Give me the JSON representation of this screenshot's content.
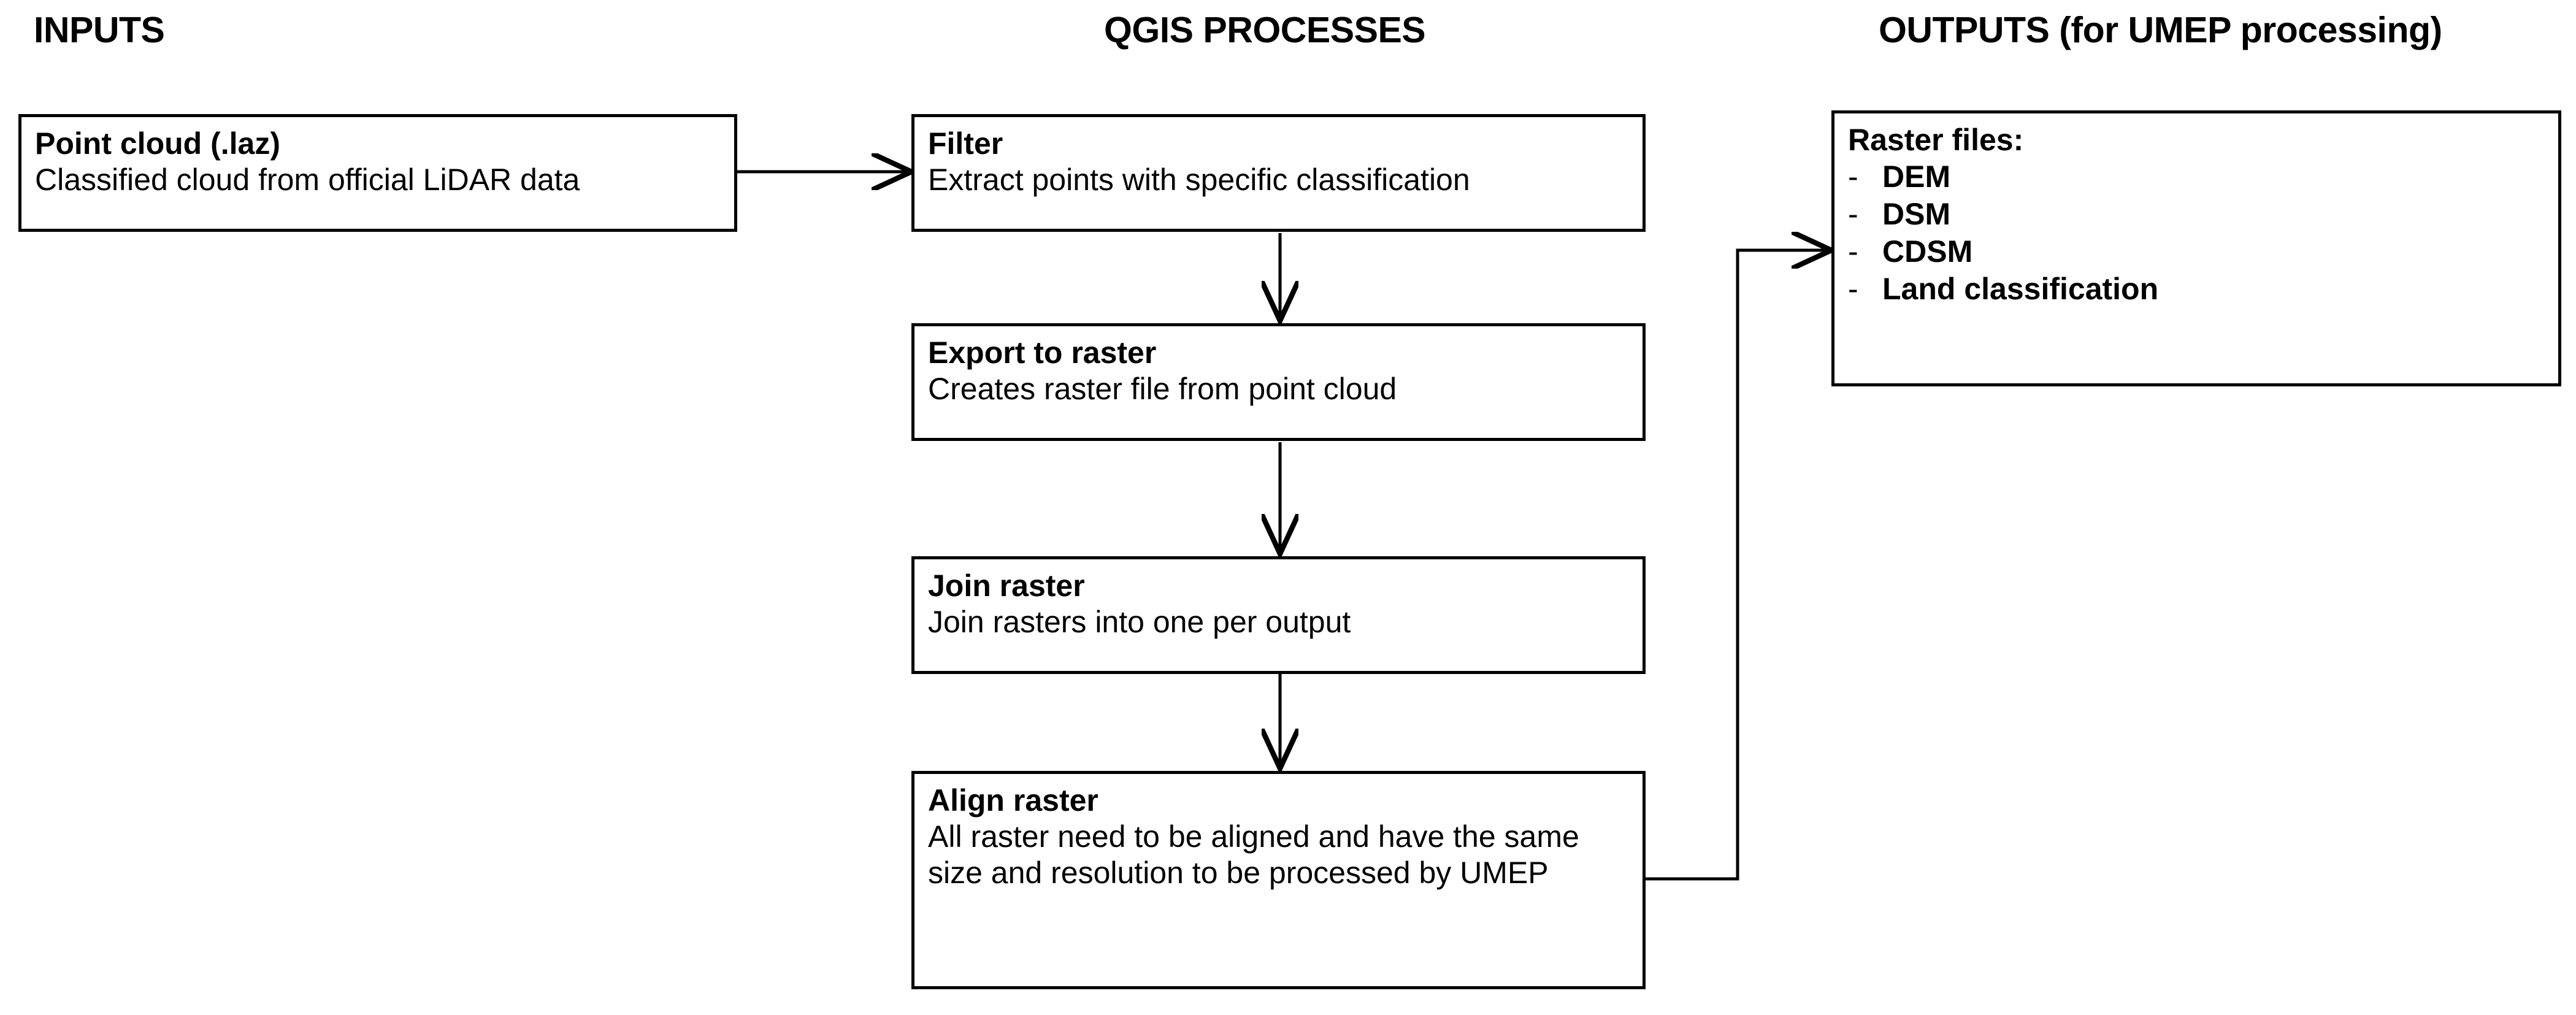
{
  "columns": [
    {
      "id": "inputs",
      "label": "INPUTS"
    },
    {
      "id": "processes",
      "label": "QGIS PROCESSES"
    },
    {
      "id": "outputs",
      "label": "OUTPUTS (for UMEP processing)"
    }
  ],
  "nodes": {
    "point_cloud": {
      "title": "Point cloud (.laz)",
      "description": "Classified cloud from official LiDAR data"
    },
    "filter": {
      "title": "Filter",
      "description": "Extract points with specific classification"
    },
    "export_to_raster": {
      "title": "Export to raster",
      "description": "Creates raster file from point cloud"
    },
    "join_raster": {
      "title": "Join raster",
      "description": "Join rasters into one per output"
    },
    "align_raster": {
      "title": "Align raster",
      "description": "All raster need to be aligned and have the same size and resolution to be processed by UMEP"
    },
    "outputs": {
      "title": "Raster files:",
      "bullet_marker": "-",
      "items": [
        "DEM",
        "DSM",
        "CDSM",
        "Land classification"
      ]
    }
  },
  "edges": [
    {
      "id": "point-cloud-to-filter",
      "from": "point_cloud",
      "to": "filter",
      "style": "straight-right"
    },
    {
      "id": "filter-to-export",
      "from": "filter",
      "to": "export_to_raster",
      "style": "straight-down"
    },
    {
      "id": "export-to-join",
      "from": "export_to_raster",
      "to": "join_raster",
      "style": "straight-down"
    },
    {
      "id": "join-to-align",
      "from": "join_raster",
      "to": "align_raster",
      "style": "straight-down"
    },
    {
      "id": "align-to-outputs",
      "from": "align_raster",
      "to": "outputs",
      "style": "elbow-right-up-right"
    }
  ],
  "colors": {
    "background": "#ffffff",
    "stroke": "#000000",
    "text": "#000000"
  }
}
